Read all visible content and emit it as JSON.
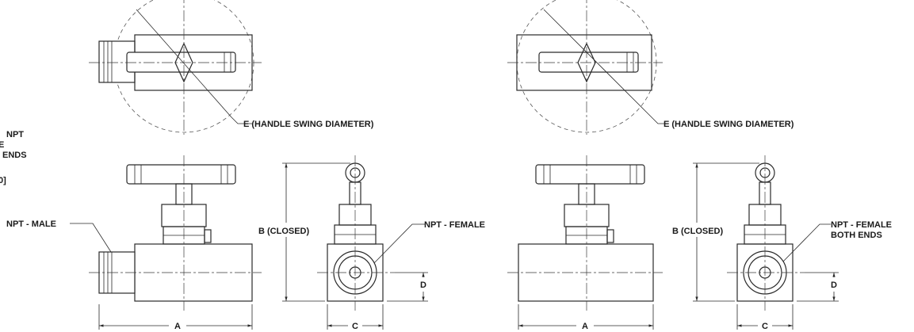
{
  "left_partial": {
    "line1": "NPT",
    "line2": "E",
    "line3": "ENDS",
    "line4": "0]"
  },
  "view1": {
    "handle_label": "E (HANDLE SWING DIAMETER)",
    "inlet_label": "NPT - MALE",
    "height_label": "B (CLOSED)",
    "outlet_label": "NPT - FEMALE",
    "length_label": "A",
    "width_label": "C",
    "offset_label": "D"
  },
  "view2": {
    "handle_label": "E (HANDLE SWING DIAMETER)",
    "height_label": "B (CLOSED)",
    "outlet_label_line1": "NPT - FEMALE",
    "outlet_label_line2": "BOTH ENDS",
    "length_label": "A",
    "width_label": "C",
    "offset_label": "D"
  }
}
